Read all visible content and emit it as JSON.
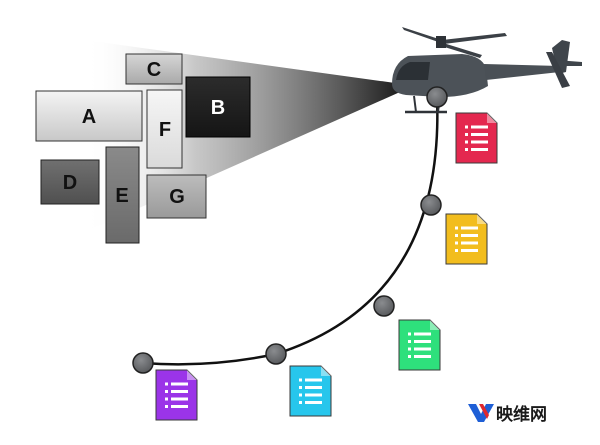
{
  "blocks": {
    "a": "A",
    "b": "B",
    "c": "C",
    "d": "D",
    "e": "E",
    "f": "F",
    "g": "G"
  },
  "documents": [
    {
      "color": "#e4284f",
      "line": "#e4284f"
    },
    {
      "color": "#f2bd1e",
      "line": "#f2bd1e"
    },
    {
      "color": "#2ee07c",
      "line": "#2ee07c"
    },
    {
      "color": "#27c6ec",
      "line": "#27c6ec"
    },
    {
      "color": "#9b34e8",
      "line": "#9b34e8"
    }
  ],
  "path_color": "#111111",
  "node_color": "#6b6d70",
  "watermark": {
    "logo_icon": "yv-logo-icon",
    "text": "映维网"
  }
}
